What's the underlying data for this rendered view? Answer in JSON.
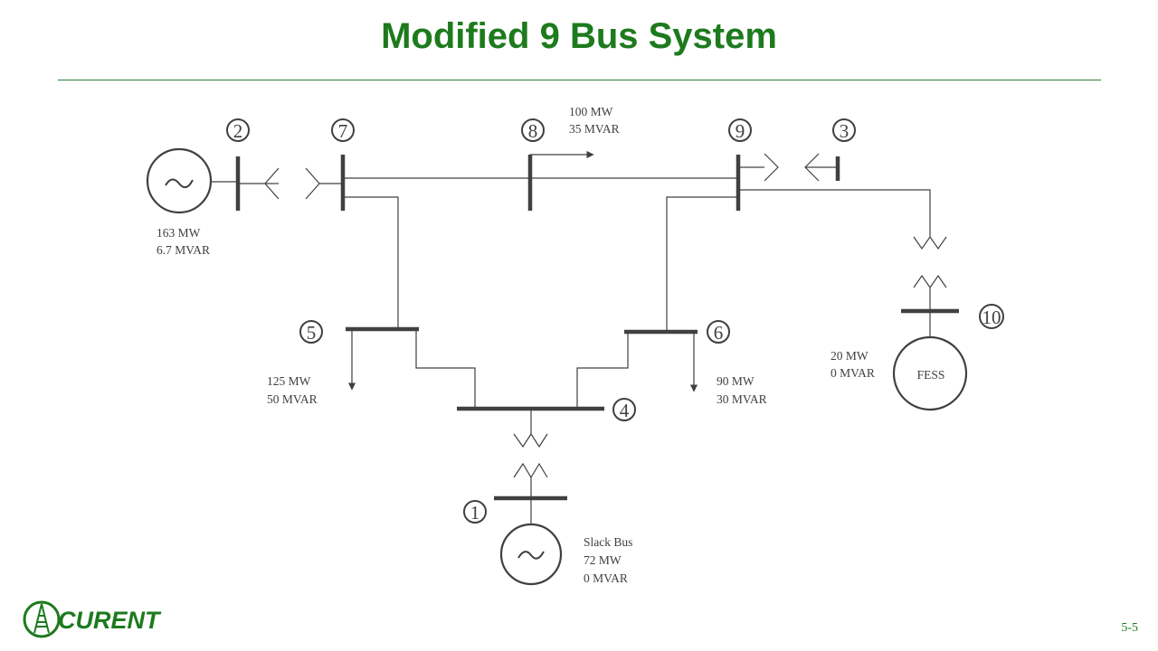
{
  "title": "Modified 9 Bus System",
  "slide_number": "5-5",
  "logo": {
    "text": "CURENT",
    "color": "#1d7a1d"
  },
  "colors": {
    "accent": "#1d7a1d",
    "diagram": "#404040"
  },
  "buses": {
    "b1": "1",
    "b2": "2",
    "b3": "3",
    "b4": "4",
    "b5": "5",
    "b6": "6",
    "b7": "7",
    "b8": "8",
    "b9": "9",
    "b10": "10"
  },
  "labels": {
    "gen2": {
      "mw": "163 MW",
      "mvar": "6.7 MVAR"
    },
    "load8": {
      "mw": "100 MW",
      "mvar": "35 MVAR"
    },
    "load5": {
      "mw": "125 MW",
      "mvar": "50 MVAR"
    },
    "load6": {
      "mw": "90 MW",
      "mvar": "30 MVAR"
    },
    "fess": {
      "mw": "20 MW",
      "mvar": "0 MVAR",
      "name": "FESS"
    },
    "slack": {
      "name": "Slack Bus",
      "mw": "72 MW",
      "mvar": "0 MVAR"
    }
  }
}
